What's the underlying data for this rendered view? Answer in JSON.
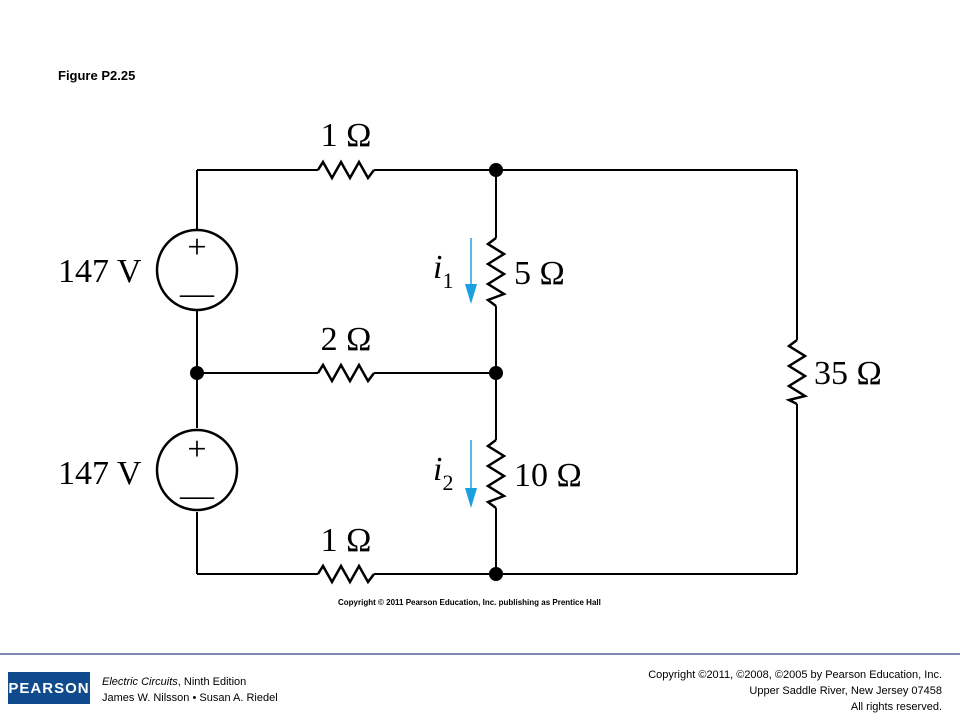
{
  "figure": {
    "title": "Figure P2.25",
    "copyright": "Copyright © 2011 Pearson Education, Inc. publishing as Prentice Hall"
  },
  "circuit": {
    "sources": [
      {
        "id": "v-top",
        "label": "147 V",
        "plus": "+",
        "minus": "—"
      },
      {
        "id": "v-bottom",
        "label": "147 V",
        "plus": "+",
        "minus": "—"
      }
    ],
    "resistors": [
      {
        "id": "r-top",
        "label": "1 Ω"
      },
      {
        "id": "r-mid-horizontal",
        "label": "2 Ω"
      },
      {
        "id": "r-bottom",
        "label": "1 Ω"
      },
      {
        "id": "r-5",
        "label": "5 Ω"
      },
      {
        "id": "r-10",
        "label": "10 Ω"
      },
      {
        "id": "r-35",
        "label": "35 Ω"
      }
    ],
    "currents": [
      {
        "id": "i1",
        "symbol": "i",
        "sub": "1"
      },
      {
        "id": "i2",
        "symbol": "i",
        "sub": "2"
      }
    ],
    "colors": {
      "wire": "#000000",
      "arrow": "#1aa0e0"
    }
  },
  "footer": {
    "logo": "PEARSON",
    "book_title": "Electric Circuits",
    "book_edition": ", Ninth Edition",
    "authors": "James W. Nilsson • Susan A. Riedel",
    "copyright_line1": "Copyright ©2011, ©2008, ©2005 by Pearson Education, Inc.",
    "copyright_line2": "Upper Saddle River, New Jersey 07458",
    "copyright_line3": "All rights reserved."
  }
}
